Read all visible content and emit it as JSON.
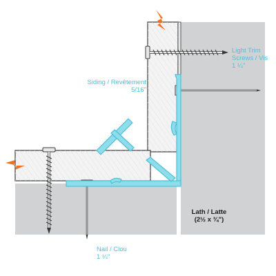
{
  "labels": {
    "screw": [
      "Light Trim",
      "Screws / Vis",
      "1 ¼\""
    ],
    "siding": [
      "Siding / Revêtement",
      "5/16\""
    ],
    "nail": [
      "Nail / Clou",
      "1 ¼\""
    ],
    "lath": [
      "Lath / Latte",
      "(2½ x ¾\")"
    ]
  },
  "colors": {
    "accent": "#4fbfd6",
    "trim_fill": "#8fdcea",
    "wall": "#d1d2d3",
    "board": "#f3f3f3",
    "arrow": "#f37021",
    "outline": "#3a3a3a"
  },
  "icons": [
    "wood-grain-arrow-icon",
    "screw-icon",
    "nail-icon"
  ]
}
